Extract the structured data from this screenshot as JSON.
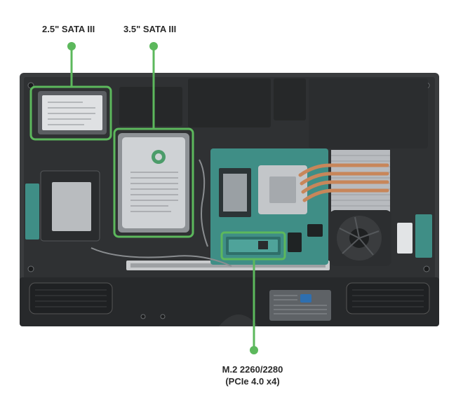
{
  "callouts": [
    {
      "id": "ssd25",
      "text": "2.5\" SATA III"
    },
    {
      "id": "hdd35",
      "text": "3.5\" SATA III"
    },
    {
      "id": "m2",
      "text_line1": "M.2 2260/2280",
      "text_line2": "(PCIe 4.0 x4)"
    }
  ],
  "colors": {
    "accent": "#5cb85c",
    "chassis": "#3a3c3e",
    "chassis_dark": "#26282a",
    "pcb": "#3f8e86",
    "copper": "#c8865a"
  }
}
